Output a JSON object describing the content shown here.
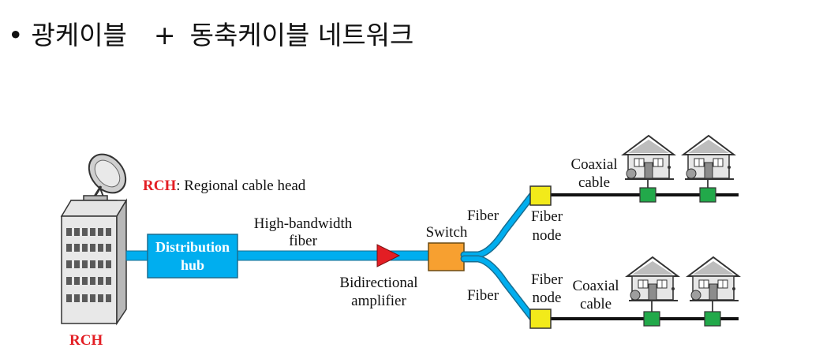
{
  "title": {
    "bullet": "•",
    "part1": "광케이블",
    "plus": "+",
    "part2": "동축케이블 네트워크"
  },
  "diagram": {
    "rch_label": "RCH",
    "rch_legend_abbr": "RCH",
    "rch_legend_text": ": Regional cable head",
    "hub_line1": "Distribution",
    "hub_line2": "hub",
    "hbf_line1": "High-bandwidth",
    "hbf_line2": "fiber",
    "amp_line1": "Bidirectional",
    "amp_line2": "amplifier",
    "switch": "Switch",
    "fiber_top": "Fiber",
    "fiber_bottom": "Fiber",
    "node_top_line1": "Fiber",
    "node_top_line2": "node",
    "node_bottom_line1": "Fiber",
    "node_bottom_line2": "node",
    "coax_top_line1": "Coaxial",
    "coax_top_line2": "cable",
    "coax_bottom_line1": "Coaxial",
    "coax_bottom_line2": "cable"
  },
  "colors": {
    "fiber": "#00aeef",
    "hub": "#00aeef",
    "amplifier": "#e31e24",
    "switch": "#f7a030",
    "fiber_node": "#f2ea1a",
    "tap": "#22a94a",
    "rch_text": "#e31e24"
  },
  "icons": [
    "satellite-dish-icon",
    "building-icon",
    "house-icon"
  ]
}
